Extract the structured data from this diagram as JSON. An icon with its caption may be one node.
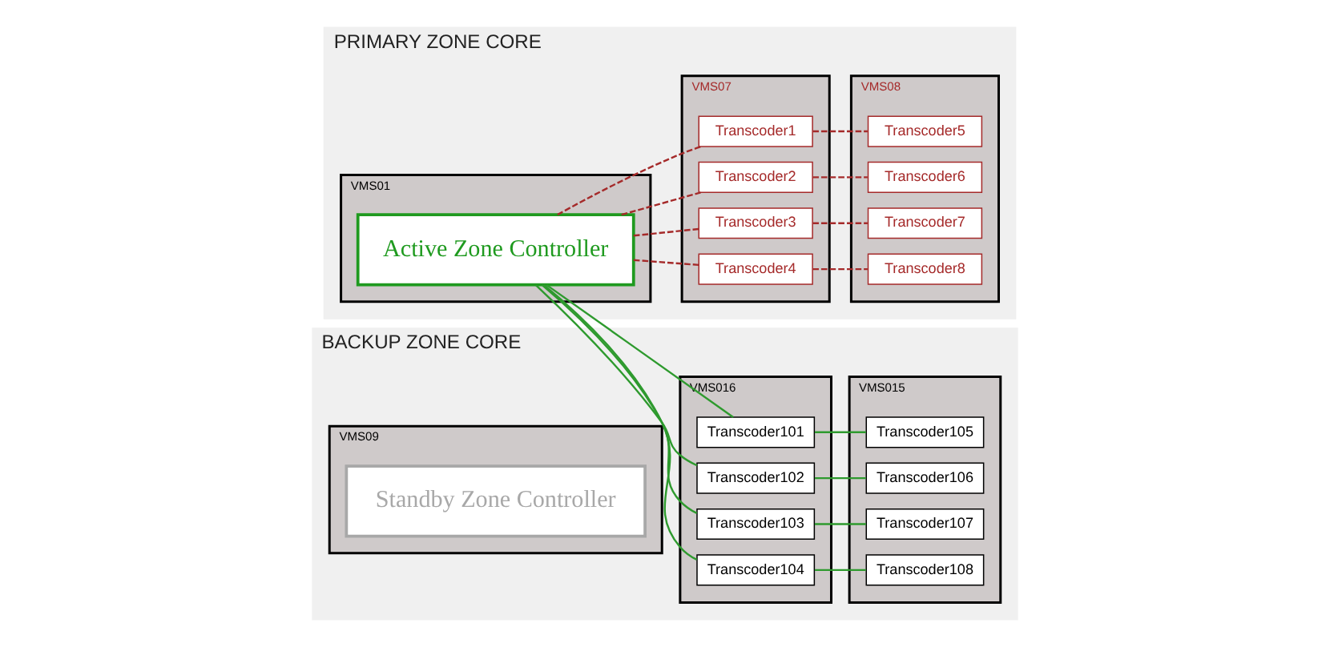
{
  "diagram": {
    "nodes": [
      {
        "text": [
          "PRIMARY ZONE CORE"
        ]
      },
      {
        "text": [
          "VMS01"
        ],
        "in": 0
      },
      {
        "text": [
          "Active Zone Controller"
        ],
        "in": 1
      },
      {
        "text": [
          "VMS07"
        ],
        "in": 0
      },
      {
        "text": [
          "Transcoder1"
        ],
        "in": 3
      },
      {
        "text": [
          "Transcoder2"
        ],
        "in": 3
      },
      {
        "text": [
          "Transcoder3"
        ],
        "in": 3
      },
      {
        "text": [
          "Transcoder4"
        ],
        "in": 3
      },
      {
        "text": [
          "VMS08"
        ],
        "in": 0
      },
      {
        "text": [
          "Transcoder5"
        ],
        "in": 8
      },
      {
        "text": [
          "Transcoder6"
        ],
        "in": 8
      },
      {
        "text": [
          "Transcoder7"
        ],
        "in": 8
      },
      {
        "text": [
          "Transcoder8"
        ],
        "in": 8
      },
      {
        "text": [
          "BACKUP ZONE CORE"
        ]
      },
      {
        "text": [
          "VMS09"
        ],
        "in": 13
      },
      {
        "text": [
          "Standby Zone Controller"
        ],
        "in": 14
      },
      {
        "text": [
          "VMS016"
        ],
        "in": 13
      },
      {
        "text": [
          "Transcoder101"
        ],
        "in": 16
      },
      {
        "text": [
          "Transcoder102"
        ],
        "in": 16
      },
      {
        "text": [
          "Transcoder103"
        ],
        "in": 16
      },
      {
        "text": [
          "Transcoder104"
        ],
        "in": 16
      },
      {
        "text": [
          "VMS015"
        ],
        "in": 13
      },
      {
        "text": [
          "Transcoder105"
        ],
        "in": 21
      },
      {
        "text": [
          "Transcoder106"
        ],
        "in": 21
      },
      {
        "text": [
          "Transcoder107"
        ],
        "in": 21
      },
      {
        "text": [
          "Transcoder108"
        ],
        "in": 21
      }
    ],
    "edges": [
      {
        "from": 2,
        "to": 4,
        "arrow": "none",
        "style": "dashed",
        "color": "#a52a2a"
      },
      {
        "from": 2,
        "to": 5,
        "arrow": "none",
        "style": "dashed",
        "color": "#a52a2a"
      },
      {
        "from": 2,
        "to": 6,
        "arrow": "none",
        "style": "dashed",
        "color": "#a52a2a"
      },
      {
        "from": 2,
        "to": 7,
        "arrow": "none",
        "style": "dashed",
        "color": "#a52a2a"
      },
      {
        "from": 4,
        "to": 9,
        "arrow": "none",
        "style": "dashed",
        "color": "#a52a2a"
      },
      {
        "from": 5,
        "to": 10,
        "arrow": "none",
        "style": "dashed",
        "color": "#a52a2a"
      },
      {
        "from": 6,
        "to": 11,
        "arrow": "none",
        "style": "dashed",
        "color": "#a52a2a"
      },
      {
        "from": 7,
        "to": 12,
        "arrow": "none",
        "style": "dashed",
        "color": "#a52a2a"
      },
      {
        "from": 2,
        "to": 17,
        "arrow": "none",
        "color": "#2e9a2e"
      },
      {
        "from": 2,
        "to": 18,
        "arrow": "none",
        "color": "#2e9a2e"
      },
      {
        "from": 2,
        "to": 19,
        "arrow": "none",
        "color": "#2e9a2e"
      },
      {
        "from": 2,
        "to": 20,
        "arrow": "none",
        "color": "#2e9a2e"
      },
      {
        "from": 17,
        "to": 22,
        "arrow": "none",
        "color": "#2e9a2e"
      },
      {
        "from": 18,
        "to": 23,
        "arrow": "none",
        "color": "#2e9a2e"
      },
      {
        "from": 19,
        "to": 24,
        "arrow": "none",
        "color": "#2e9a2e"
      },
      {
        "from": 20,
        "to": 25,
        "arrow": "none",
        "color": "#2e9a2e"
      }
    ]
  }
}
